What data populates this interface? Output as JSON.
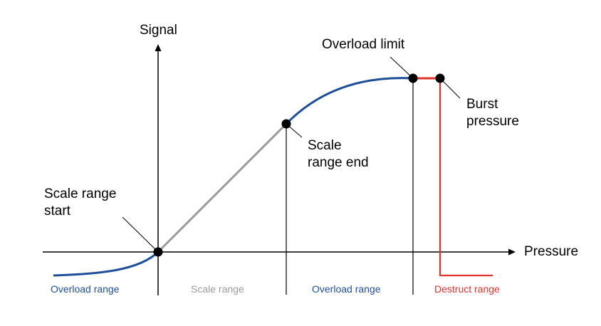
{
  "axes": {
    "x_label": "Pressure",
    "y_label": "Signal"
  },
  "points": {
    "scale_range_start": "Scale range\nstart",
    "scale_range_end": "Scale\nrange end",
    "overload_limit": "Overload limit",
    "burst_pressure": "Burst\npressure"
  },
  "ranges": [
    {
      "label": "Overload range",
      "color": "#1f4e99"
    },
    {
      "label": "Scale range",
      "color": "#9b9b9b"
    },
    {
      "label": "Overload range",
      "color": "#1f4e99"
    },
    {
      "label": "Destruct range",
      "color": "#e0342f"
    }
  ],
  "colors": {
    "overload": "#1f4e99",
    "scale": "#9b9b9b",
    "destruct": "#e0342f",
    "axis": "#000000"
  }
}
